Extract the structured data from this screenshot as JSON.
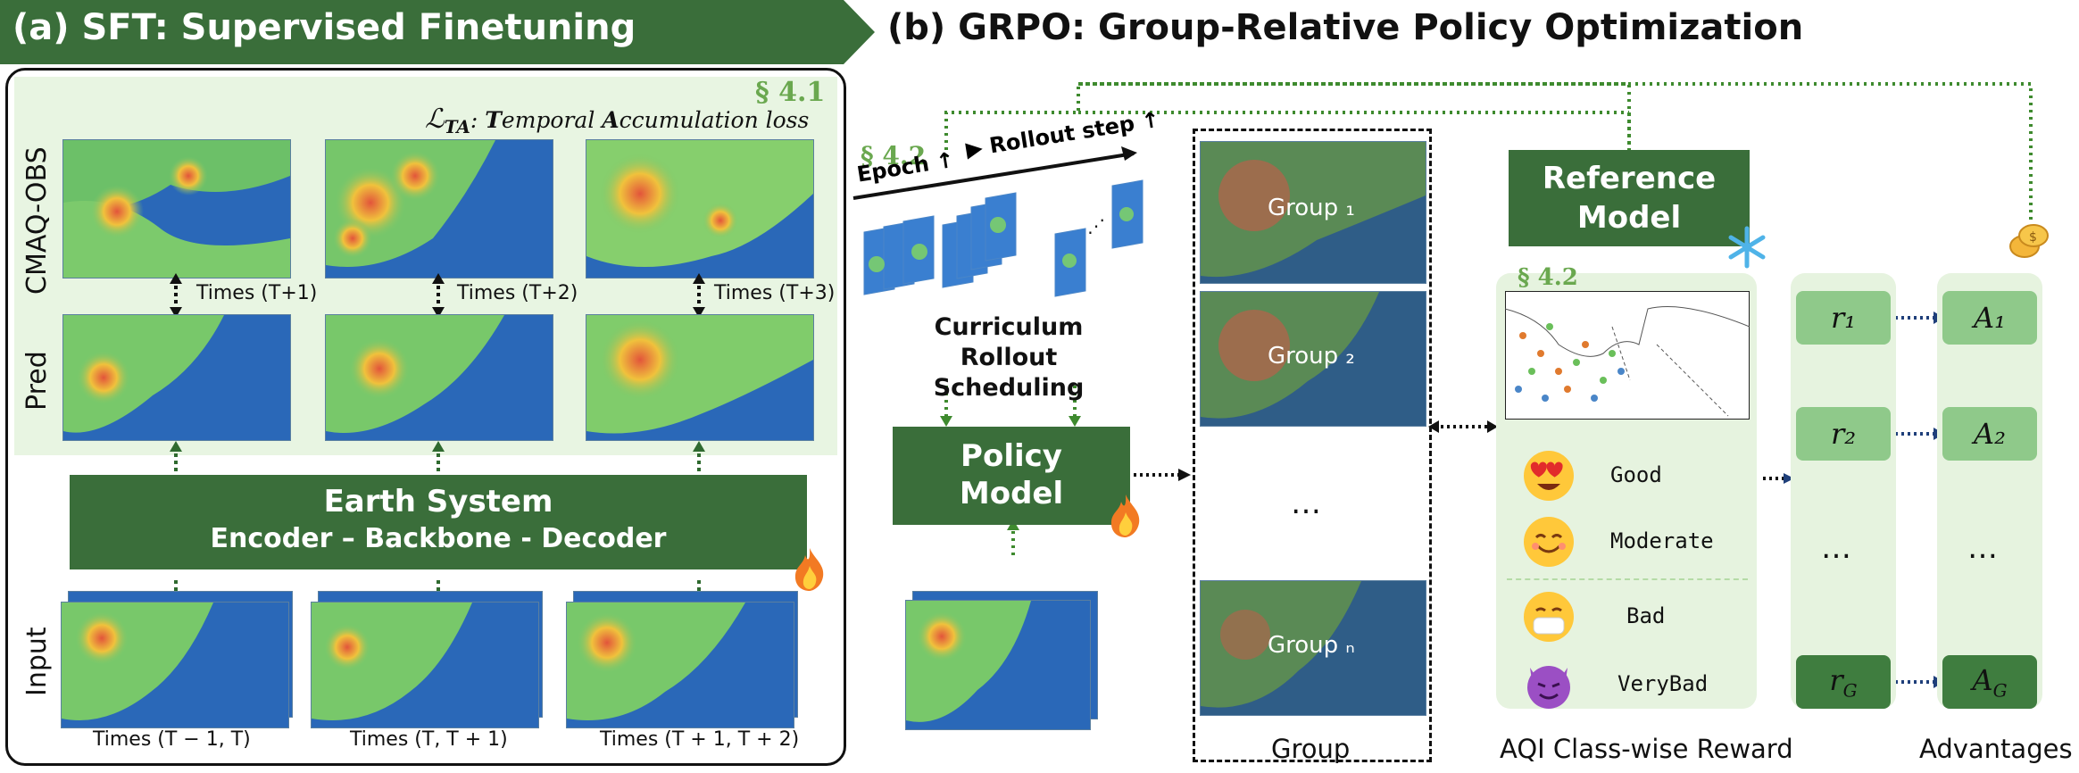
{
  "panel_a": {
    "title": "(a) SFT: Supervised Finetuning",
    "section": "§ 4.1",
    "loss_label": "L_TA: Temporal Accumulation loss",
    "row_labels": {
      "obs": "CMAQ-OBS",
      "pred": "Pred",
      "input": "Input"
    },
    "times_pred": [
      "Times (T+1)",
      "Times (T+2)",
      "Times (T+3)"
    ],
    "times_input": [
      "Times (T − 1, T)",
      "Times (T, T + 1)",
      "Times (T + 1, T + 2)"
    ],
    "earth_system": {
      "title": "Earth System",
      "subtitle": "Encoder – Backbone - Decoder"
    }
  },
  "panel_b": {
    "title": "(b) GRPO: Group-Relative Policy Optimization",
    "section_rollout": "§ 4.2",
    "epoch_label": "Epoch ↑",
    "rollout_step_label": "Rollout step ↑",
    "curriculum_line1": "Curriculum Rollout",
    "curriculum_line2": "Scheduling",
    "policy_line1": "Policy",
    "policy_line2": "Model",
    "reference_line1": "Reference",
    "reference_line2": "Model",
    "groups": [
      "Group ₁",
      "Group ₂",
      "Group ₙ"
    ],
    "ellipsis": "…",
    "group_caption": "Group",
    "section_reward": "§ 4.2",
    "aqi_classes": [
      "Good",
      "Moderate",
      "Bad",
      "VeryBad"
    ],
    "rewards": [
      "r₁",
      "r₂",
      "…",
      "r_G"
    ],
    "advantages": [
      "A₁",
      "A₂",
      "…",
      "A_G"
    ],
    "reward_caption": "AQI Class-wise Reward",
    "advantage_caption": "Advantages"
  },
  "colors": {
    "dark_green": "#3a6e3a",
    "light_green_bg": "#e8f5e2",
    "section_green": "#6aa84f",
    "reward_green": "#8fc98a",
    "advantage_green": "#3f7d3f"
  },
  "icons": [
    "fire-icon",
    "snowflake-icon",
    "coin-icon",
    "heart-eyes-emoji",
    "smile-emoji",
    "mask-emoji",
    "devil-emoji"
  ]
}
